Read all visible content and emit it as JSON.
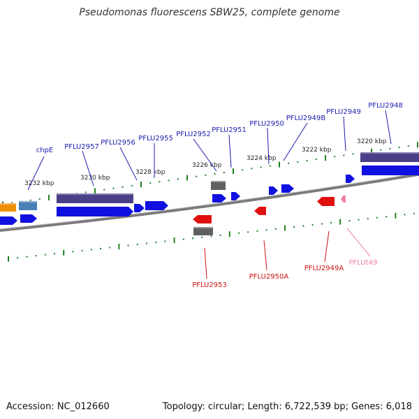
{
  "title": "Pseudomonas fluorescens SBW25, complete genome",
  "footer": {
    "accession": "Accession: NC_012660",
    "summary": "Topology: circular; Length: 6,722,539 bp; Genes: 6,018"
  },
  "colors": {
    "forward_gene": "#1010e0",
    "forward_label": "#1a1ab0",
    "reverse_gene": "#e01010",
    "reverse_label": "#cc1010",
    "trna": "#f080a8",
    "cds_band": "#4a4088",
    "pseudo": "#606060",
    "tick": "#208020",
    "orange": "#f0900a",
    "steel": "#4a80b8"
  },
  "kbp_labels": [
    "3232 kbp",
    "3230 kbp",
    "3228 kbp",
    "3226 kbp",
    "3224 kbp",
    "3222 kbp",
    "3220 kbp"
  ],
  "forward_labels": [
    "chpE",
    "PFLU2957",
    "PFLU2956",
    "PFLU2955",
    "PFLU2952",
    "PFLU2951",
    "PFLU2950",
    "PFLU2949B",
    "PFLU2949",
    "PFLU2948"
  ],
  "reverse_labels": [
    "PFLU2953",
    "PFLU2950A",
    "PFLU2949A"
  ],
  "trna_labels": [
    "PFLUt49"
  ]
}
